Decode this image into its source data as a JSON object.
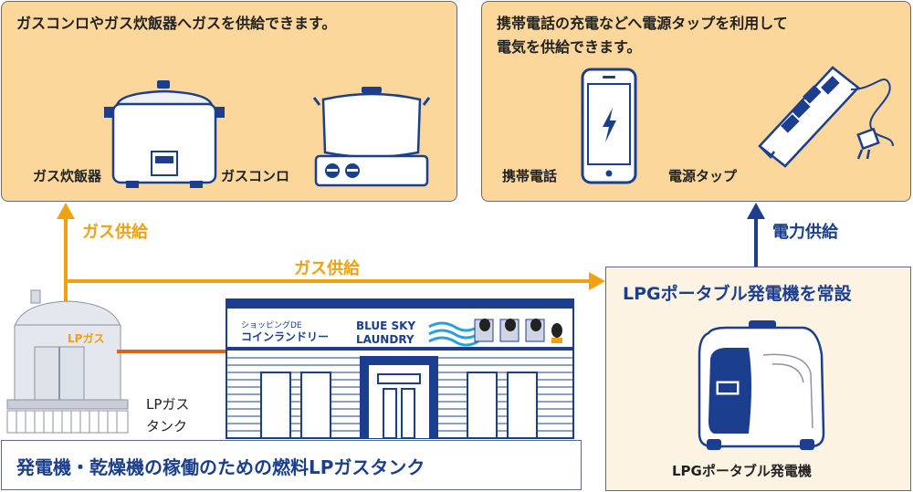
{
  "gas_panel": {
    "caption": "ガスコンロやガス炊飯器へガスを供給できます。",
    "rice_cooker_label": "ガス炊飯器",
    "stove_label": "ガスコンロ"
  },
  "power_panel": {
    "caption_line1": "携帯電話の充電などへ電源タップを利用して",
    "caption_line2": "電気を供給できます。",
    "phone_label": "携帯電話",
    "strip_label": "電源タップ"
  },
  "arrows": {
    "gas_supply_vertical": "ガス供給",
    "gas_supply_horizontal": "ガス供給",
    "power_supply": "電力供給"
  },
  "tank": {
    "body_label": "LPガス",
    "label_line1": "LPガス",
    "label_line2": "タンク"
  },
  "shop": {
    "sign_small": "ショッピングDE",
    "sign_main": "コインランドリー",
    "brand_line1": "BLUE SKY",
    "brand_line2": "LAUNDRY"
  },
  "bottom_caption": "発電機・乾燥機の稼働のための燃料LPガスタンク",
  "generator_panel": {
    "title": "LPGポータブル発電機を常設",
    "label": "LPGポータブル発電機"
  },
  "colors": {
    "orange": "#f0a10f",
    "navy": "#1b3f8e",
    "peach": "#fbd79c",
    "pale": "#fdf3e3"
  }
}
